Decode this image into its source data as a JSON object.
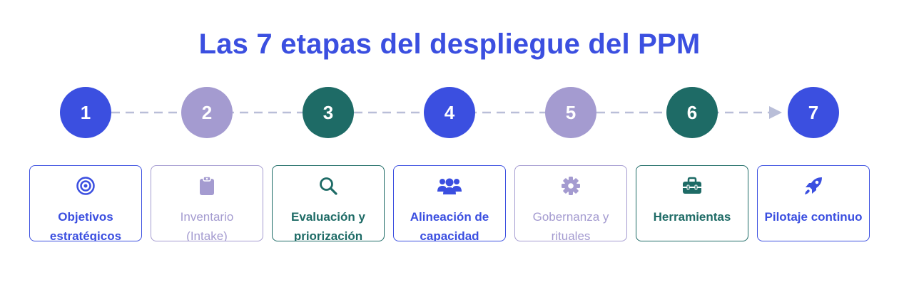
{
  "title": "Las 7 etapas del despliegue del PPM",
  "stages": [
    {
      "number": "1",
      "label_line1": "Objetivos",
      "label_line2": "estratégicos",
      "icon": "target-icon",
      "color": "#3b4fe0"
    },
    {
      "number": "2",
      "label_line1": "Inventario",
      "label_line2": "(Intake)",
      "icon": "clipboard-icon",
      "color": "#a49bd0"
    },
    {
      "number": "3",
      "label_line1": "Evaluación y",
      "label_line2": "priorización",
      "icon": "search-icon",
      "color": "#1e6b66"
    },
    {
      "number": "4",
      "label_line1": "Alineación de",
      "label_line2": "capacidad",
      "icon": "users-icon",
      "color": "#3b4fe0"
    },
    {
      "number": "5",
      "label_line1": "Gobernanza y",
      "label_line2": "rituales",
      "icon": "gear-icon",
      "color": "#a49bd0"
    },
    {
      "number": "6",
      "label_line1": "Herramientas",
      "label_line2": "",
      "icon": "toolbox-icon",
      "color": "#1e6b66"
    },
    {
      "number": "7",
      "label_line1": "Pilotaje continuo",
      "label_line2": "",
      "icon": "rocket-icon",
      "color": "#3b4fe0"
    }
  ]
}
